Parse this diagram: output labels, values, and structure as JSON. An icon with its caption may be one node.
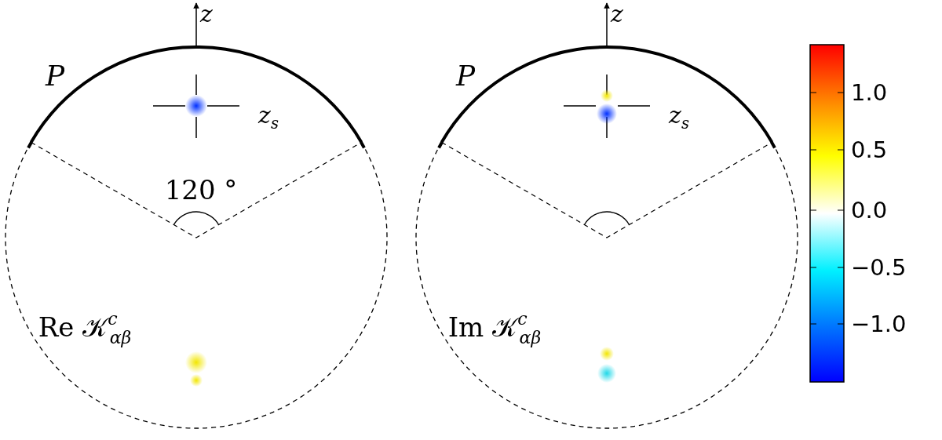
{
  "diagram": {
    "labels": [
      "z",
      "P",
      "z$_{s}$",
      "120 °",
      "Re 𝒦$^{c}$$_{αβ}$",
      "z",
      "P",
      "z$_{s}$",
      "Im 𝒦$^{c}$$_{αβ}$",
      "1.0",
      "0.5",
      "0.0",
      "−0.5",
      "−1.0"
    ]
  }
}
